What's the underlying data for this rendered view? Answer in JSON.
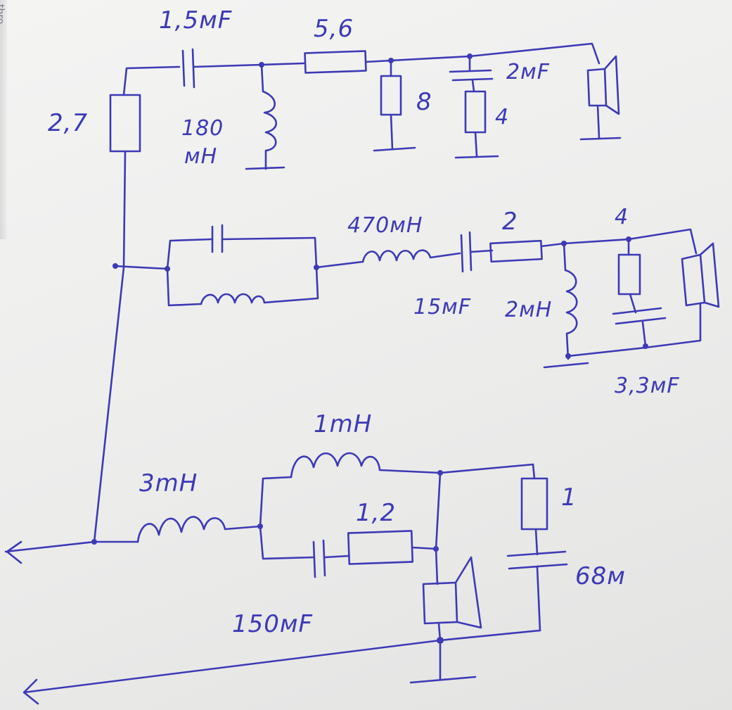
{
  "edge_text": "thro",
  "labels": {
    "c_1_5": "1,5мF",
    "r_5_6": "5,6",
    "c_2": "2мF",
    "r_2_7": "2,7",
    "l_180_num": "180",
    "l_180_unit": "мН",
    "r_8": "8",
    "r_4_top": "4",
    "l_470": "470мН",
    "r_2": "2",
    "r_4_mid": "4",
    "c_15": "15мF",
    "l_2mh": "2мН",
    "c_3_3": "3,3мF",
    "l_1mh": "1mH",
    "l_3mh": "3mH",
    "r_1_2": "1,2",
    "r_1": "1",
    "c_68": "68м",
    "c_150": "150мF"
  },
  "colors": {
    "ink": "#3c3ab5",
    "paper": "#f0f0ef"
  }
}
